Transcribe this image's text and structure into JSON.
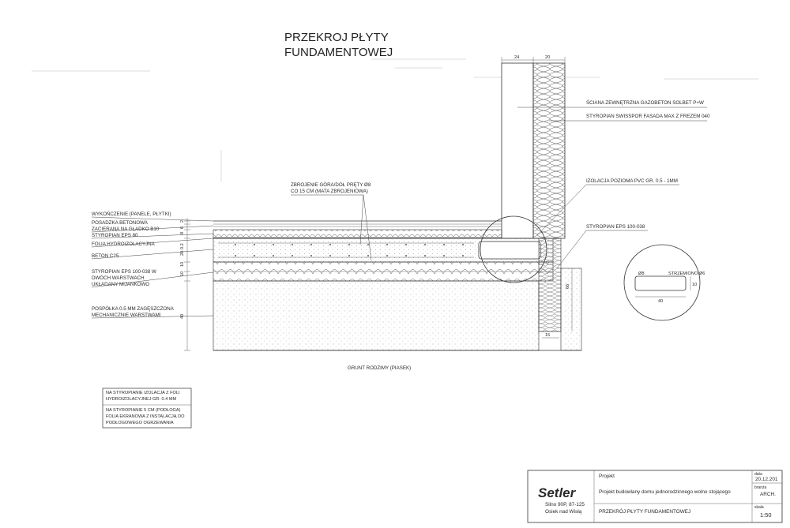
{
  "title": {
    "line1": "PRZEKROJ PŁYTY",
    "line2": "FUNDAMENTOWEJ"
  },
  "dims": {
    "top_left": "24",
    "top_right": "20",
    "d2": "2",
    "d6": "6",
    "d8": "8",
    "d02": "0.2",
    "d20": "20",
    "d10a": "10",
    "d10b": "10",
    "d40": "40",
    "d66": "66",
    "d15": "15"
  },
  "labels": {
    "wall": "ŚCIANA ZEWNĘTRZNA GAZOBETON SOLBET P+W",
    "facade": "STYROPIAN SWISSPOR FASADA MAX Z FREZEM 040",
    "iso_horizontal": "IZOLACJA POZIOMA PVC GR. 0.5 - 1MM",
    "eps_edge": "STYROPIAN EPS 100-038",
    "rebar_1": "ZBROJENIE GÓRA/DÓŁ PRĘTY Ø8",
    "rebar_2": "CO 15 CM (MATA ZBROJENIOWA)",
    "finish": "WYKOŃCZENIE (PANELE, PŁYTKI)",
    "screed_1": "POSADZKA BETONOWA",
    "screed_2": "ZACIERANA NA GŁADKO B10",
    "eps80": "STYROPIAN EPS 80",
    "foil": "FOLIA HYDROIZOLACYJNA",
    "concrete": "BETON C25",
    "eps_bottom_1": "STYROPIAN EPS 100-038 W",
    "eps_bottom_2": "DWÓCH WARSTWACH",
    "eps_bottom_3": "UKŁADANY MIJANKOWO",
    "fill_1": "POSPÓŁKA 0.5 MM ZAGĘSZCZONA",
    "fill_2": "MECHANICZNIE WARSTWAMI",
    "ground": "GRUNT RODZIMY (PIASEK)"
  },
  "detail": {
    "bar": "Ø8",
    "stirrup": "STRZEMIONO Ø6",
    "width": "40",
    "height": "10"
  },
  "notes": {
    "note1_line1": "NA STYROPIANIE IZOLACJA Z FOLI",
    "note1_line2": "HYDROIZOLACYJNEJ GR. 0.4 MM",
    "note2_line1": "NA STYROPIANIE 5 CM (PODŁOGA)",
    "note2_line2": "FOLIA EKRANOWA Z INSTALACJĄ DO",
    "note2_line3": "PODŁOGOWEGO OGRZEWANIA"
  },
  "titleblock": {
    "logo": "Setler",
    "address_1": "Silno 90P, 87-125",
    "address_2": "Osiek nad Wisłą",
    "project_label": "Projekt",
    "project_name": "Projekt budowlany domu jednorodzinnego wolno stojącego",
    "drawing_name": "PRZEKRÓJ PŁYTY FUNDAMENTOWEJ",
    "date_label": "data",
    "date": "20.12.201",
    "branch_label": "branża",
    "branch": "ARCH.",
    "scale_label": "skala",
    "scale": "1:50"
  },
  "colors": {
    "logo": "#1d5fa8",
    "line": "#333333"
  }
}
